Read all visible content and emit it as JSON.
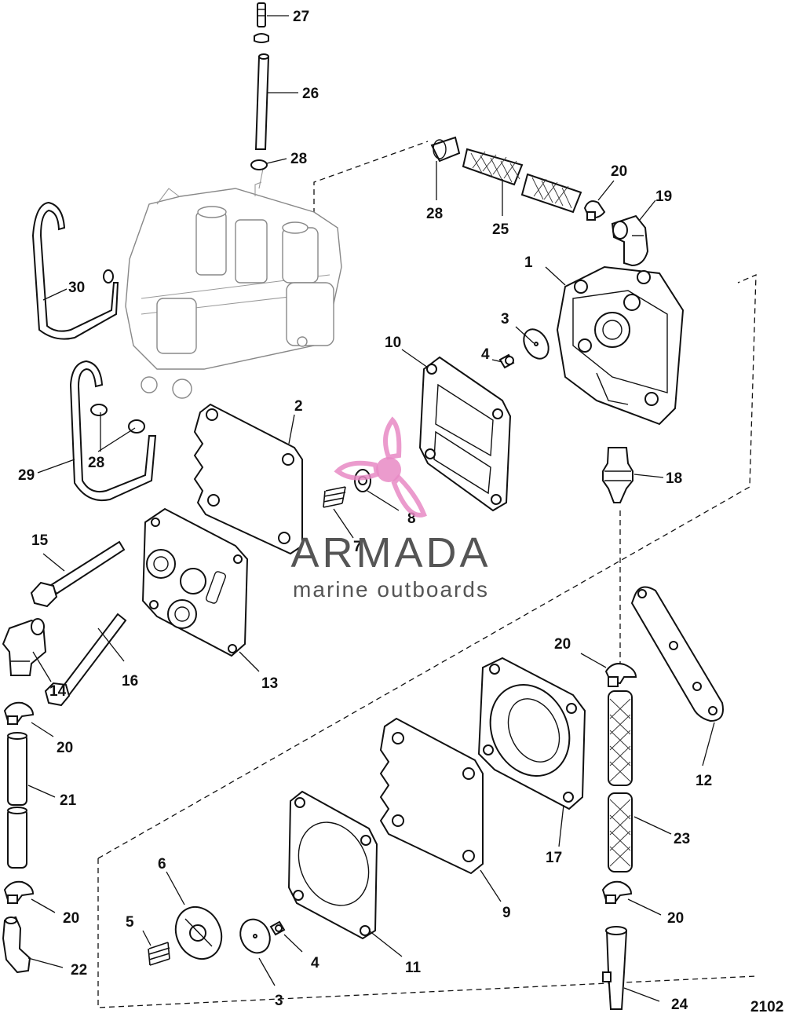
{
  "figure_id": "2102",
  "watermark": {
    "brand": "ARMADA",
    "tagline": "marine outboards",
    "accent_color": "#e889c4",
    "text_color": "#555555"
  },
  "callouts": {
    "c27": "27",
    "c26": "26",
    "c28a": "28",
    "c28b": "28",
    "c28c": "28",
    "c25": "25",
    "c20a": "20",
    "c19": "19",
    "c1": "1",
    "c30": "30",
    "c10": "10",
    "c3a": "3",
    "c4a": "4",
    "c2": "2",
    "c29": "29",
    "c18": "18",
    "c8": "8",
    "c7": "7",
    "c15": "15",
    "c14": "14",
    "c16": "16",
    "c13": "13",
    "c20b": "20",
    "c12": "12",
    "c20c": "20",
    "c21": "21",
    "c17": "17",
    "c23": "23",
    "c9": "9",
    "c6": "6",
    "c5": "5",
    "c3b": "3",
    "c4b": "4",
    "c11": "11",
    "c20d": "20",
    "c20e": "20",
    "c22": "22",
    "c24": "24"
  }
}
